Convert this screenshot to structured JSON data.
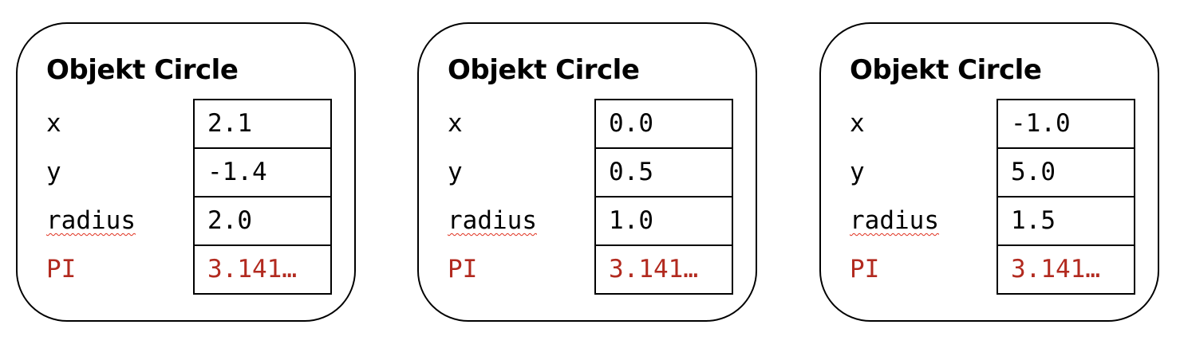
{
  "objects": [
    {
      "title": "Objekt Circle",
      "fields": [
        {
          "name": "x",
          "value": "2.1"
        },
        {
          "name": "y",
          "value": "-1.4"
        },
        {
          "name": "radius",
          "value": "2.0"
        },
        {
          "name": "PI",
          "value": "3.141…"
        }
      ]
    },
    {
      "title": "Objekt Circle",
      "fields": [
        {
          "name": "x",
          "value": "0.0"
        },
        {
          "name": "y",
          "value": "0.5"
        },
        {
          "name": "radius",
          "value": "1.0"
        },
        {
          "name": "PI",
          "value": "3.141…"
        }
      ]
    },
    {
      "title": "Objekt Circle",
      "fields": [
        {
          "name": "x",
          "value": "-1.0"
        },
        {
          "name": "y",
          "value": "5.0"
        },
        {
          "name": "radius",
          "value": "1.5"
        },
        {
          "name": "PI",
          "value": "3.141…"
        }
      ]
    }
  ],
  "colors": {
    "constant": "#b22a1f",
    "spellcheck_underline": "#e0301e",
    "border": "#000000"
  }
}
